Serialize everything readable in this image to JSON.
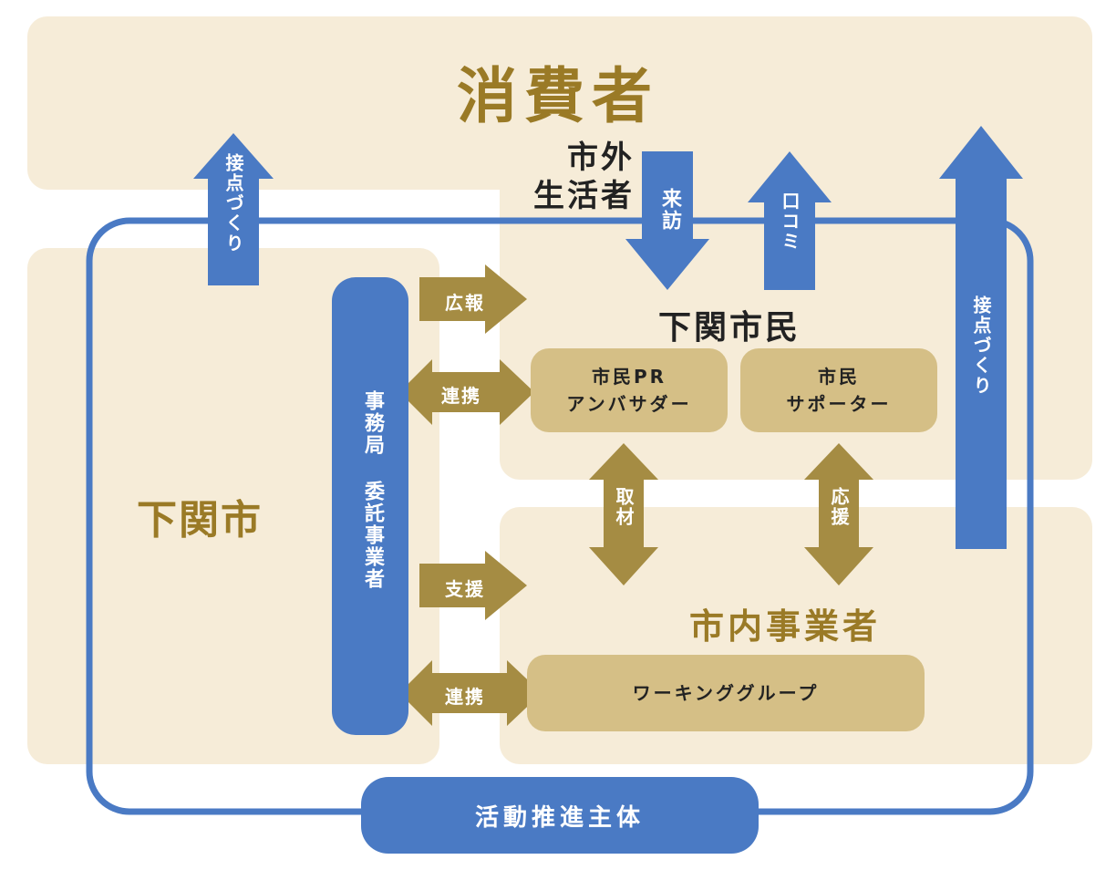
{
  "consumer": {
    "title": "消費者"
  },
  "outside": {
    "title": "市外\n生活者"
  },
  "city": {
    "title": "下関市"
  },
  "citizens": {
    "title": "下関市民"
  },
  "local_business": {
    "title": "市内事業者"
  },
  "secretariat": {
    "label": "事務局 委託事業者"
  },
  "actor": {
    "label": "活動推進主体"
  },
  "boxes": {
    "ambassador": "市民PR\nアンバサダー",
    "supporter": "市民\nサポーター",
    "working_group": "ワーキンググループ"
  },
  "arrows": {
    "contact_left": "接点づくり",
    "contact_right": "接点づくり",
    "visit": "来訪",
    "word_of_mouth": "口コミ",
    "pr": "広報",
    "link_top": "連携",
    "support": "支援",
    "link_bottom": "連携",
    "interview": "取材",
    "cheer": "応援"
  },
  "colors": {
    "blue": "#4a7ac4",
    "gold": "#a58c43",
    "gold_title": "#9a7a26",
    "light_gold": "#d5bf86",
    "cream": "#f6ecd8"
  }
}
